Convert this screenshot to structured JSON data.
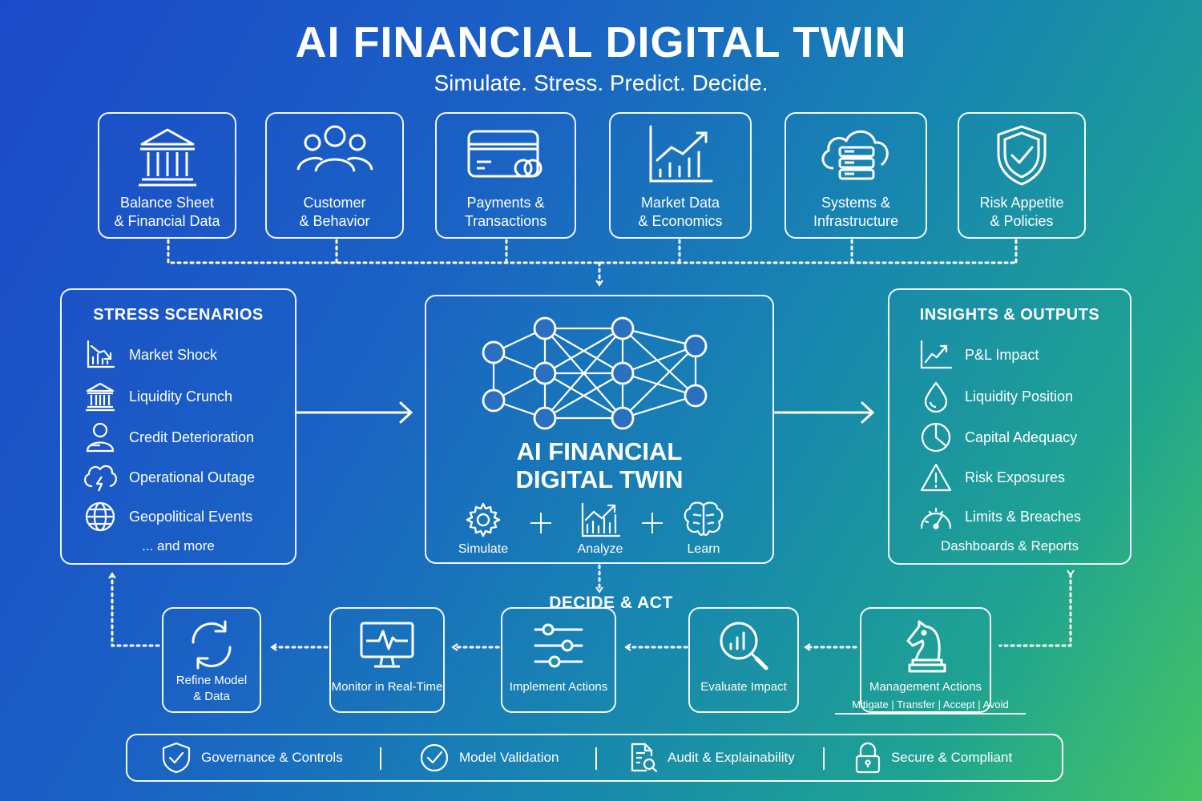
{
  "header": {
    "title": "AI FINANCIAL DIGITAL TWIN",
    "subtitle": "Simulate. Stress. Predict. Decide."
  },
  "data_sources": [
    {
      "icon": "bank-icon",
      "line1": "Balance Sheet",
      "line2": "& Financial Data"
    },
    {
      "icon": "people-icon",
      "line1": "Customer",
      "line2": "& Behavior"
    },
    {
      "icon": "credit-card-icon",
      "line1": "Payments &",
      "line2": "Transactions"
    },
    {
      "icon": "bar-chart-trend-icon",
      "line1": "Market Data",
      "line2": "& Economics"
    },
    {
      "icon": "cloud-server-icon",
      "line1": "Systems &",
      "line2": "Infrastructure"
    },
    {
      "icon": "shield-check-icon",
      "line1": "Risk Appetite",
      "line2": "& Policies"
    }
  ],
  "stress_scenarios": {
    "title": "STRESS SCENARIOS",
    "items": [
      {
        "icon": "declining-chart-icon",
        "label": "Market Shock"
      },
      {
        "icon": "bank-icon",
        "label": "Liquidity Crunch"
      },
      {
        "icon": "person-icon",
        "label": "Credit Deterioration"
      },
      {
        "icon": "cloud-lightning-icon",
        "label": "Operational Outage"
      },
      {
        "icon": "globe-icon",
        "label": "Geopolitical Events"
      }
    ],
    "more": "... and more"
  },
  "twin": {
    "title_line1": "AI FINANCIAL",
    "title_line2": "DIGITAL TWIN",
    "tools": [
      {
        "icon": "gear-icon",
        "label": "Simulate"
      },
      {
        "icon": "analytics-chart-icon",
        "label": "Analyze"
      },
      {
        "icon": "brain-icon",
        "label": "Learn"
      }
    ]
  },
  "insights": {
    "title": "INSIGHTS & OUTPUTS",
    "items": [
      {
        "icon": "line-chart-icon",
        "label": "P&L Impact"
      },
      {
        "icon": "droplet-icon",
        "label": "Liquidity Position"
      },
      {
        "icon": "pie-chart-icon",
        "label": "Capital Adequacy"
      },
      {
        "icon": "warning-icon",
        "label": "Risk Exposures"
      },
      {
        "icon": "gauge-icon",
        "label": "Limits & Breaches"
      }
    ],
    "footer": "Dashboards & Reports"
  },
  "decide_act": {
    "title": "DECIDE & ACT",
    "steps": [
      {
        "icon": "refresh-icon",
        "line1": "Refine Model",
        "line2": "& Data"
      },
      {
        "icon": "monitor-pulse-icon",
        "line1": "Monitor in Real-Time",
        "line2": ""
      },
      {
        "icon": "sliders-icon",
        "line1": "Implement Actions",
        "line2": ""
      },
      {
        "icon": "magnifier-chart-icon",
        "line1": "Evaluate Impact",
        "line2": ""
      },
      {
        "icon": "chess-knight-icon",
        "line1": "Management Actions",
        "line2": ""
      }
    ],
    "management_options": "Mitigate | Transfer | Accept | Avoid"
  },
  "governance": [
    {
      "icon": "shield-check-icon",
      "label": "Governance & Controls"
    },
    {
      "icon": "check-circle-icon",
      "label": "Model Validation"
    },
    {
      "icon": "document-search-icon",
      "label": "Audit & Explainability"
    },
    {
      "icon": "lock-icon",
      "label": "Secure & Compliant"
    }
  ]
}
